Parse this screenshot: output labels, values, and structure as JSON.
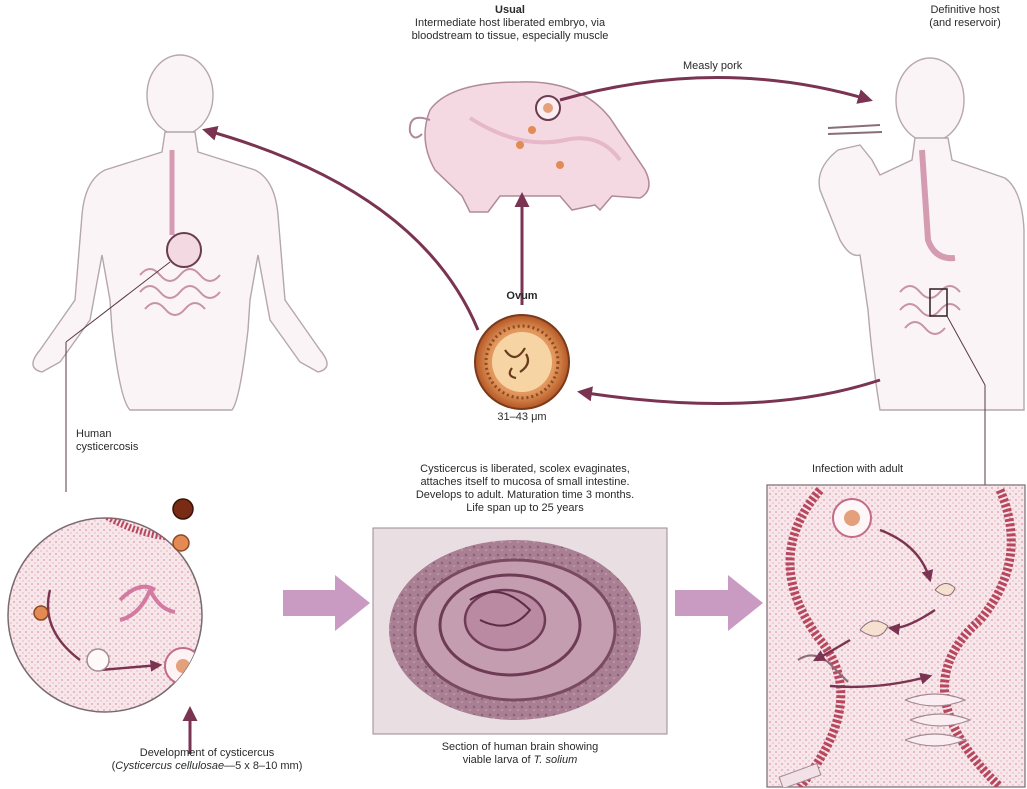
{
  "usual": {
    "title": "Usual",
    "line1": "Intermediate host liberated embryo, via",
    "line2": "bloodstream to tissue, especially muscle"
  },
  "definitive": {
    "line1": "Definitive host",
    "line2": "(and reservoir)"
  },
  "measly_pork": "Measly pork",
  "ovum": {
    "title": "Ovum",
    "size": "31–43 μm"
  },
  "human_cysticercosis": {
    "line1": "Human",
    "line2": "cysticercosis"
  },
  "liberated": {
    "line1": "Cysticercus is liberated, scolex evaginates,",
    "line2": "attaches itself to mucosa of small intestine.",
    "line3": "Develops to adult. Maturation time 3 months.",
    "line4": "Life span up to 25 years"
  },
  "infection_adult": "Infection with adult",
  "development": {
    "line1": "Development of cysticercus",
    "line2_open": "(",
    "line2_ital": "Cysticercus cellulosae",
    "line2_rest": "—5 x 8–10 mm)"
  },
  "brain_section": {
    "line1": "Section of human brain showing",
    "line2_plain": "viable larva of ",
    "line2_ital": "T. solium"
  },
  "colors": {
    "arrow": "#7a3350",
    "body_outline": "#b5a7ad",
    "block_arrow": "#c99ac2",
    "tissue": "#e8b9c4",
    "wall": "#c23a55",
    "egg": "#c8622a"
  }
}
